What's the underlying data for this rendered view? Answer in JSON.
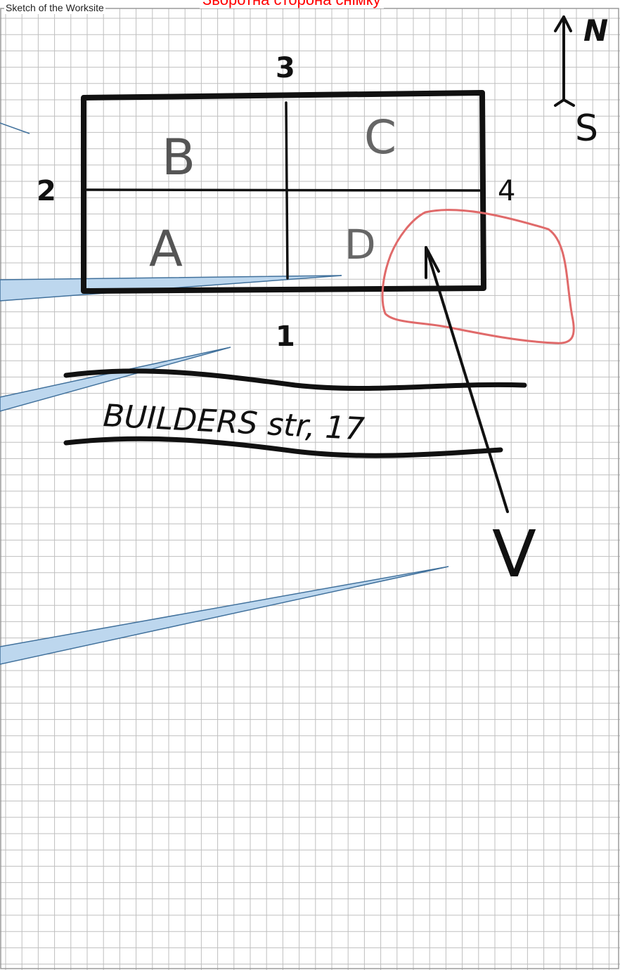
{
  "sheet": {
    "title": "Sketch of the Worksite",
    "caption": "Зворотна сторона снімку"
  },
  "compass": {
    "north_label": "N",
    "south_label": "S"
  },
  "building": {
    "sides": {
      "south": "1",
      "west": "2",
      "north": "3",
      "east": "4"
    },
    "sections": {
      "a": "A",
      "b": "B",
      "c": "C",
      "d": "D"
    }
  },
  "street": {
    "name": "BUILDERS str, 17"
  },
  "viewpoint": {
    "mark": "V"
  },
  "colors": {
    "grid_line": "#bfbfbf",
    "ink": "#111111",
    "highlight": "#e06a6a",
    "callout_fill": "#bdd7ee",
    "callout_stroke": "#41719c",
    "caption": "#ff0000"
  }
}
